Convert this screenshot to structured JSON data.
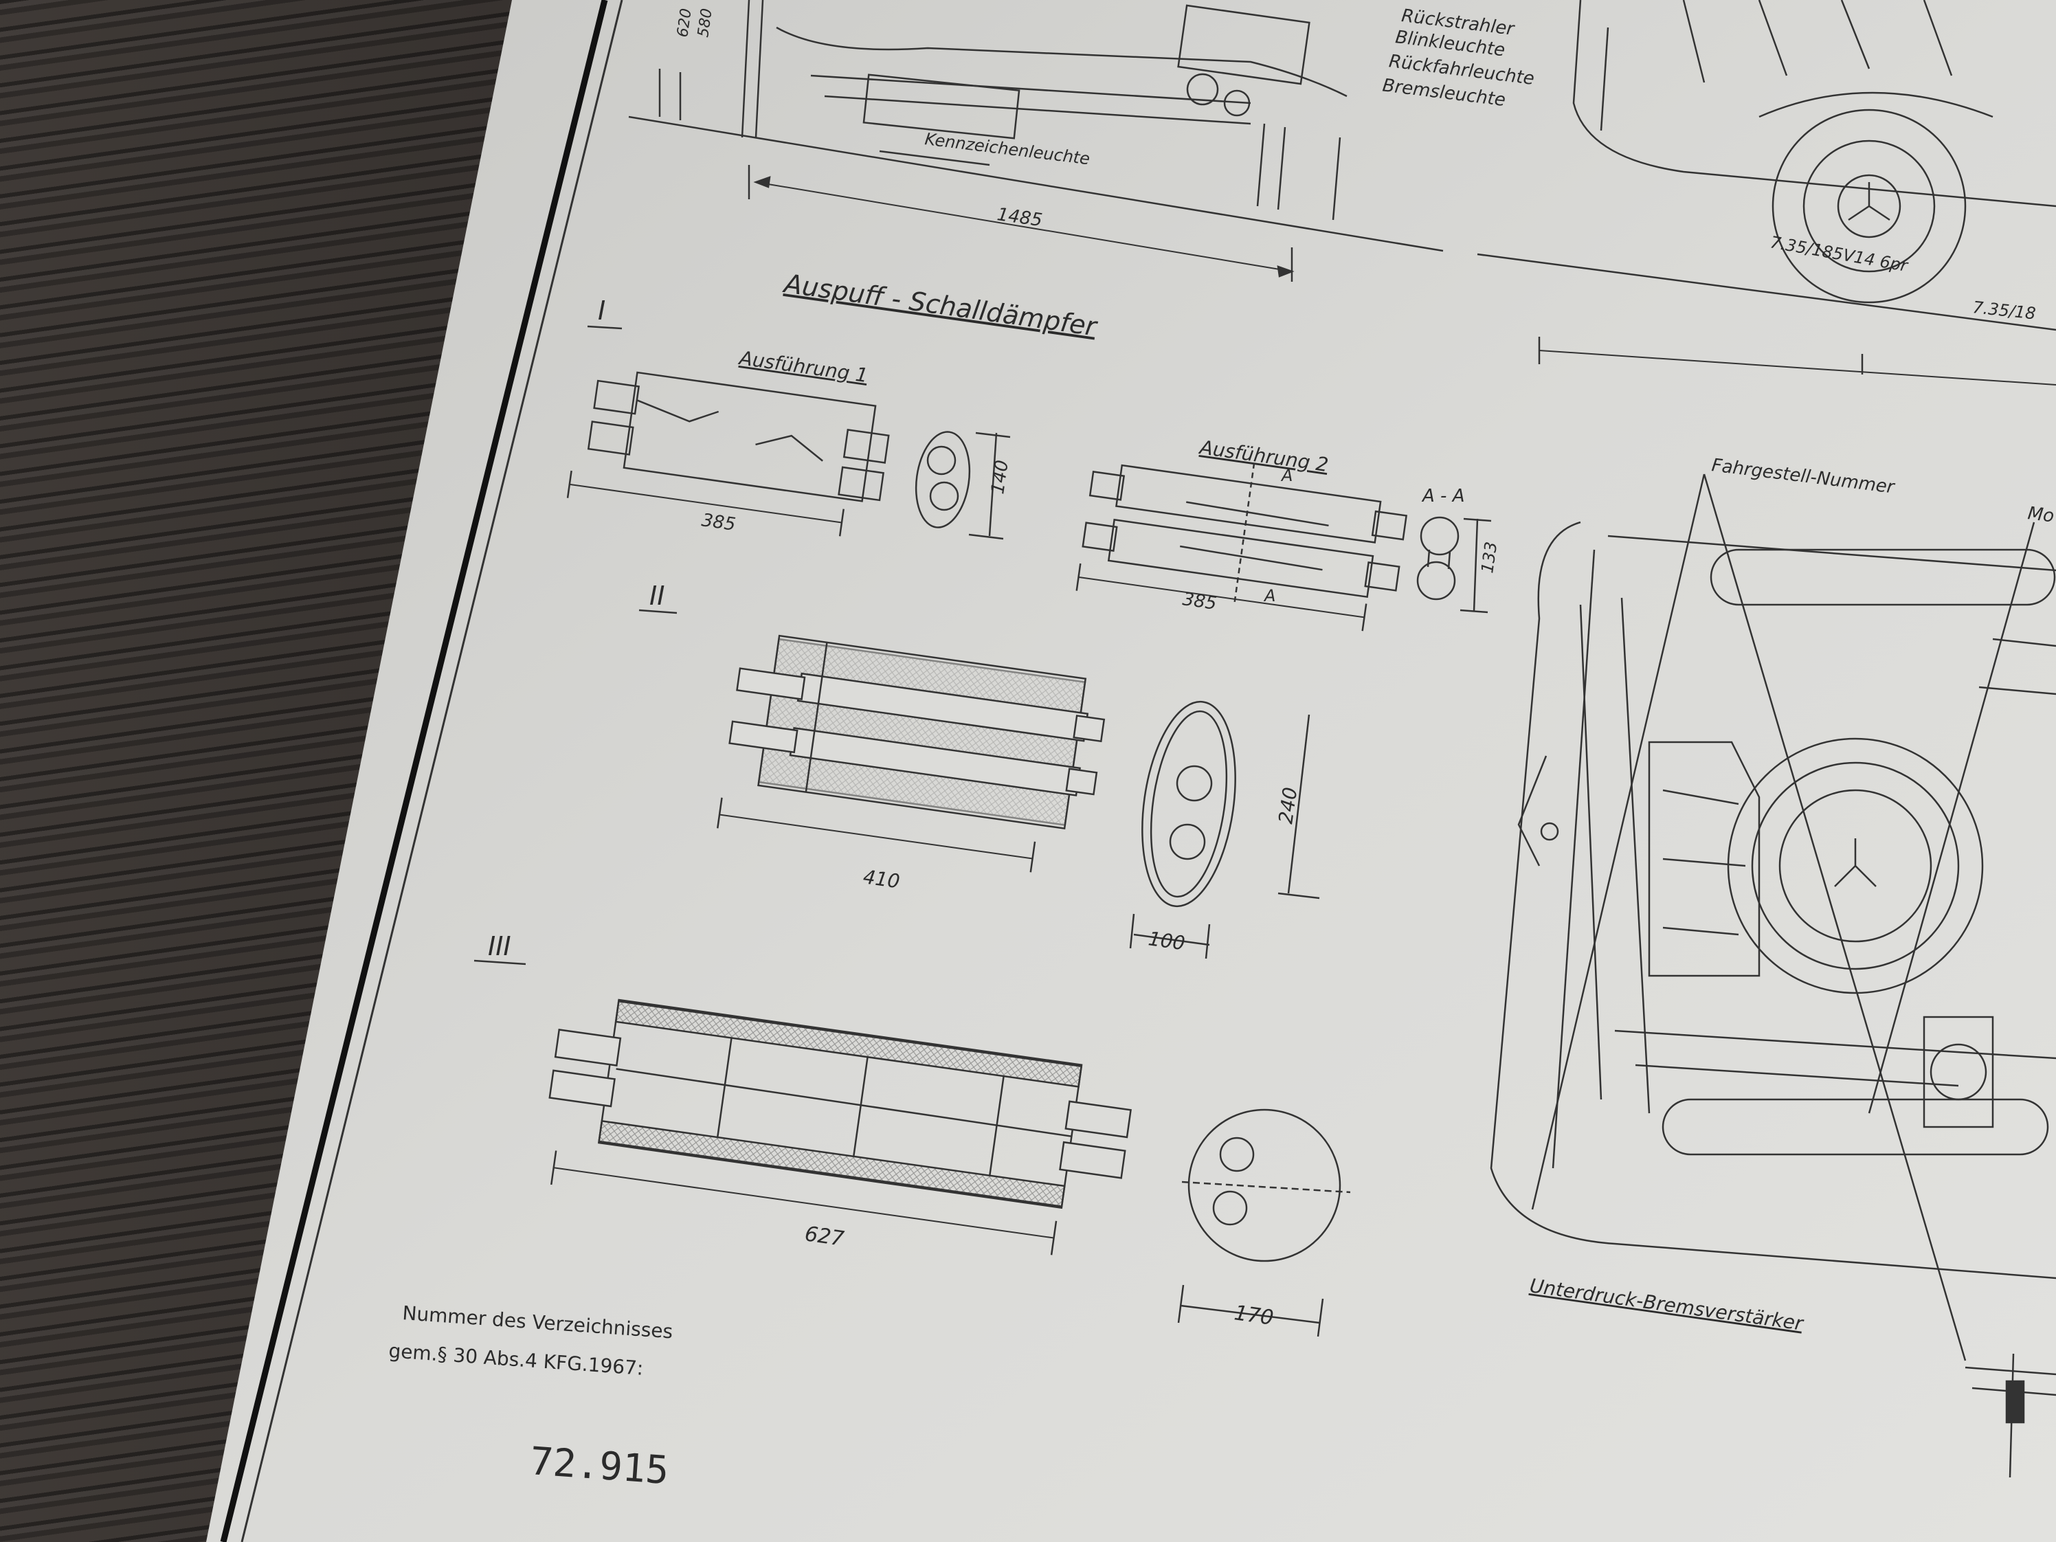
{
  "top_labels": {
    "rueckstrahler": "Rückstrahler",
    "blinkleuchte": "Blinkleuchte",
    "rueckfahrleuchte": "Rückfahrleuchte",
    "bremsleuchte": "Bremsleuchte",
    "kennzeichenleuchte": "Kennzeichenleuchte",
    "dim_1485": "1485",
    "dim_620": "620",
    "dim_580": "580",
    "tyre_1": "7.35/185V14 6pr",
    "tyre_2": "7.35/18"
  },
  "section": {
    "title": "Auspuff - Schalldämpfer",
    "roman_1": "I",
    "roman_2": "II",
    "roman_3": "III",
    "ausfuehrung_1": "Ausführung 1",
    "ausfuehrung_2": "Ausführung 2",
    "section_a_top": "A",
    "section_a_bottom": "A",
    "section_aa": "A - A",
    "dim_385_a": "385",
    "dim_140": "140",
    "dim_385_b": "385",
    "dim_133": "133",
    "dim_410": "410",
    "dim_240": "240",
    "dim_100": "100",
    "dim_627": "627",
    "dim_170": "170"
  },
  "right_labels": {
    "fahrgestell": "Fahrgestell-Nummer",
    "mo": "Mo",
    "unterdruck": "Unterdruck-Bremsverstärker"
  },
  "footer": {
    "line1": "Nummer des Verzeichnisses",
    "line2": "gem.§ 30 Abs.4 KFG.1967:",
    "number": "72.915"
  }
}
